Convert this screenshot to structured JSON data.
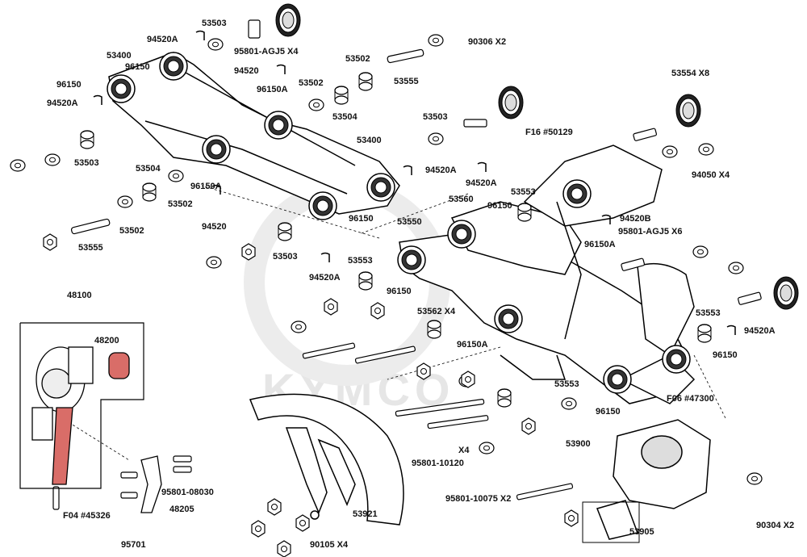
{
  "watermark": {
    "text": "KYMCO"
  },
  "labels": [
    {
      "id": "53503-top",
      "text": "53503"
    },
    {
      "id": "94520A-top",
      "text": "94520A"
    },
    {
      "id": "95801-AGJ5-X4",
      "text": "95801-AGJ5 X4"
    },
    {
      "id": "90306-X2",
      "text": "90306  X2"
    },
    {
      "id": "53400-left",
      "text": "53400"
    },
    {
      "id": "96150-a",
      "text": "96150"
    },
    {
      "id": "96150-b",
      "text": "96150"
    },
    {
      "id": "94520-top",
      "text": "94520"
    },
    {
      "id": "53502-a",
      "text": "53502"
    },
    {
      "id": "53502-b",
      "text": "53502"
    },
    {
      "id": "53555-top",
      "text": "53555"
    },
    {
      "id": "96150A-a",
      "text": "96150A"
    },
    {
      "id": "94520A-left",
      "text": "94520A"
    },
    {
      "id": "53504-a",
      "text": "53504"
    },
    {
      "id": "53503-b",
      "text": "53503"
    },
    {
      "id": "53554-X8",
      "text": "53554 X8"
    },
    {
      "id": "F16",
      "text": "F16 #50129"
    },
    {
      "id": "53400-mid",
      "text": "53400"
    },
    {
      "id": "53503-c",
      "text": "53503"
    },
    {
      "id": "94520A-mid",
      "text": "94520A"
    },
    {
      "id": "94520A-mid2",
      "text": "94520A"
    },
    {
      "id": "94050-X4",
      "text": "94050  X4"
    },
    {
      "id": "53504-b",
      "text": "53504"
    },
    {
      "id": "96150A-b",
      "text": "96150A"
    },
    {
      "id": "53502-c",
      "text": "53502"
    },
    {
      "id": "53553-a",
      "text": "53553"
    },
    {
      "id": "53560",
      "text": "53560"
    },
    {
      "id": "96150-c",
      "text": "96150"
    },
    {
      "id": "96150-d",
      "text": "96150"
    },
    {
      "id": "94520-mid",
      "text": "94520"
    },
    {
      "id": "94520B",
      "text": "94520B"
    },
    {
      "id": "53502-d",
      "text": "53502"
    },
    {
      "id": "53550",
      "text": "53550"
    },
    {
      "id": "95801-AGJ5-X6",
      "text": "95801-AGJ5 X6"
    },
    {
      "id": "53555-b",
      "text": "53555"
    },
    {
      "id": "53503-d",
      "text": "53503"
    },
    {
      "id": "96150A-c",
      "text": "96150A"
    },
    {
      "id": "94520A-b",
      "text": "94520A"
    },
    {
      "id": "53553-b",
      "text": "53553"
    },
    {
      "id": "96150-e",
      "text": "96150"
    },
    {
      "id": "48100",
      "text": "48100"
    },
    {
      "id": "53562-X4",
      "text": "53562 X4"
    },
    {
      "id": "53553-c",
      "text": "53553"
    },
    {
      "id": "94520A-right",
      "text": "94520A"
    },
    {
      "id": "48200",
      "text": "48200"
    },
    {
      "id": "96150A-d",
      "text": "96150A"
    },
    {
      "id": "96150-f",
      "text": "96150"
    },
    {
      "id": "F06",
      "text": "F06 #47300"
    },
    {
      "id": "53553-d",
      "text": "53553"
    },
    {
      "id": "96150-g",
      "text": "96150"
    },
    {
      "id": "53900",
      "text": "53900"
    },
    {
      "id": "X4",
      "text": "X4"
    },
    {
      "id": "95801-10120",
      "text": "95801-10120"
    },
    {
      "id": "95801-08030",
      "text": "95801-08030"
    },
    {
      "id": "95801-10075-X2",
      "text": "95801-10075 X2"
    },
    {
      "id": "48205",
      "text": "48205"
    },
    {
      "id": "53921",
      "text": "53921"
    },
    {
      "id": "F04",
      "text": "F04 #45326"
    },
    {
      "id": "53905",
      "text": "53905"
    },
    {
      "id": "90304-X2",
      "text": "90304  X2"
    },
    {
      "id": "95701",
      "text": "95701"
    },
    {
      "id": "90105-X4",
      "text": "90105  X4"
    }
  ]
}
